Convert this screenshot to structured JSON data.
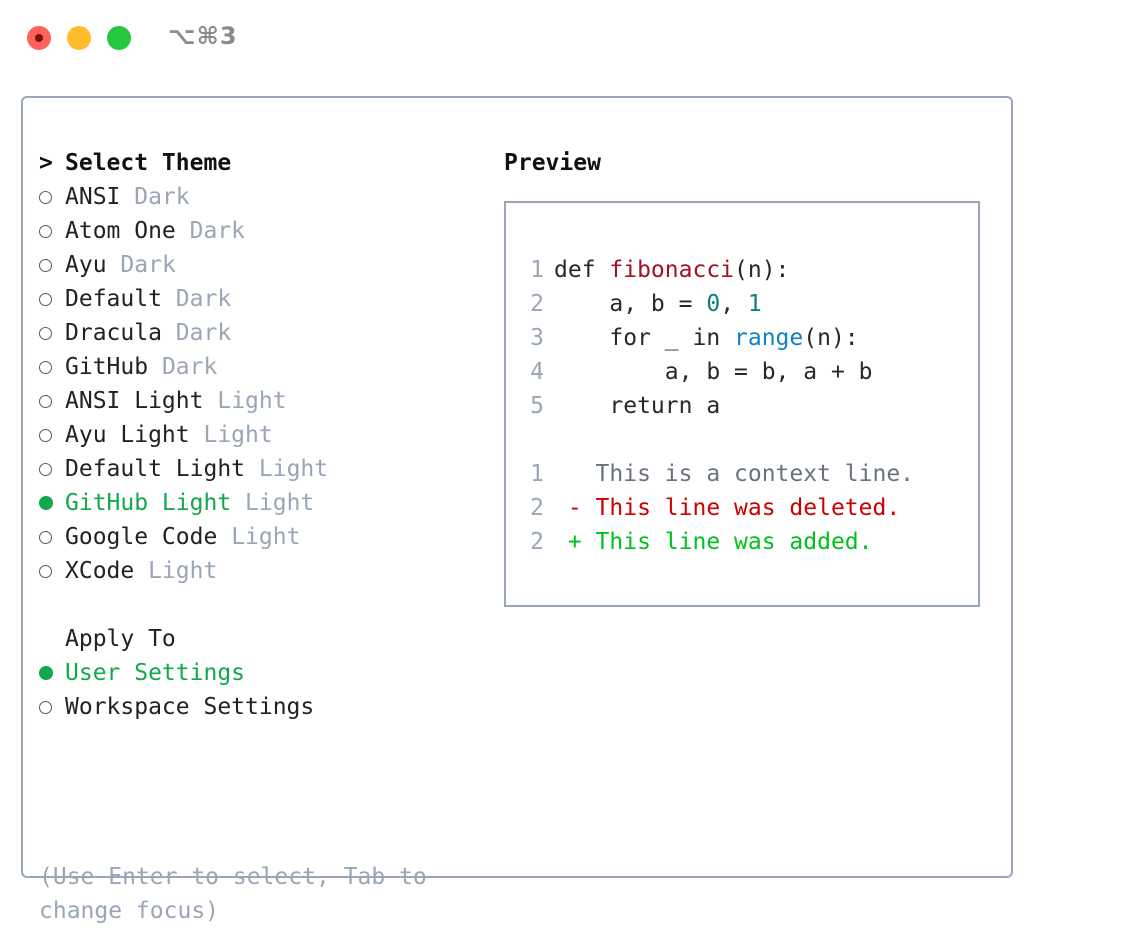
{
  "window": {
    "shortcut_label": "⌥⌘3",
    "traffic_lights": [
      "close",
      "minimize",
      "maximize"
    ]
  },
  "theme_list": {
    "header": {
      "caret": ">",
      "title": "Select Theme"
    },
    "items": [
      {
        "name": "ANSI",
        "tag": "Dark",
        "selected": false,
        "marker": "○"
      },
      {
        "name": "Atom One",
        "tag": "Dark",
        "selected": false,
        "marker": "○"
      },
      {
        "name": "Ayu",
        "tag": "Dark",
        "selected": false,
        "marker": "○"
      },
      {
        "name": "Default",
        "tag": "Dark",
        "selected": false,
        "marker": "○"
      },
      {
        "name": "Dracula",
        "tag": "Dark",
        "selected": false,
        "marker": "○"
      },
      {
        "name": "GitHub",
        "tag": "Dark",
        "selected": false,
        "marker": "○"
      },
      {
        "name": "ANSI Light",
        "tag": "Light",
        "selected": false,
        "marker": "○"
      },
      {
        "name": "Ayu Light",
        "tag": "Light",
        "selected": false,
        "marker": "○"
      },
      {
        "name": "Default Light",
        "tag": "Light",
        "selected": false,
        "marker": "○"
      },
      {
        "name": "GitHub Light",
        "tag": "Light",
        "selected": true,
        "marker": "●"
      },
      {
        "name": "Google Code",
        "tag": "Light",
        "selected": false,
        "marker": "○"
      },
      {
        "name": "XCode",
        "tag": "Light",
        "selected": false,
        "marker": "○"
      }
    ]
  },
  "apply_to": {
    "header": "Apply To",
    "options": [
      {
        "name": "User Settings",
        "selected": true,
        "marker": "●"
      },
      {
        "name": "Workspace Settings",
        "selected": false,
        "marker": "○"
      }
    ]
  },
  "hint": "(Use Enter to select, Tab to change focus)",
  "preview": {
    "title": "Preview",
    "code_lines": [
      {
        "no": "1",
        "tokens": [
          {
            "t": "def ",
            "c": "plain"
          },
          {
            "t": "fibonacci",
            "c": "func"
          },
          {
            "t": "(n):",
            "c": "plain"
          }
        ]
      },
      {
        "no": "2",
        "tokens": [
          {
            "t": "    a, b = ",
            "c": "plain"
          },
          {
            "t": "0",
            "c": "num"
          },
          {
            "t": ", ",
            "c": "plain"
          },
          {
            "t": "1",
            "c": "num"
          }
        ]
      },
      {
        "no": "3",
        "tokens": [
          {
            "t": "    for _ in ",
            "c": "plain"
          },
          {
            "t": "range",
            "c": "call"
          },
          {
            "t": "(n):",
            "c": "plain"
          }
        ]
      },
      {
        "no": "4",
        "tokens": [
          {
            "t": "        a, b = b, a + b",
            "c": "plain"
          }
        ]
      },
      {
        "no": "5",
        "tokens": [
          {
            "t": "    return a",
            "c": "plain"
          }
        ]
      }
    ],
    "diff_lines": [
      {
        "no": "1",
        "tokens": [
          {
            "t": "   This is a context line.",
            "c": "ctx"
          }
        ]
      },
      {
        "no": "2",
        "tokens": [
          {
            "t": " - This line was deleted.",
            "c": "del"
          }
        ]
      },
      {
        "no": "2",
        "tokens": [
          {
            "t": " + This line was added.",
            "c": "add"
          }
        ]
      }
    ]
  },
  "colors": {
    "selection_green": "#12a84c",
    "muted_blue_grey": "#9aa6b6",
    "panel_border": "#9aa6b6",
    "diff_added": "#00c11e",
    "diff_deleted": "#cc0000",
    "syntax_function": "#a0112a",
    "syntax_number": "#0b7f80",
    "syntax_call": "#1282c5",
    "traffic_close": "#ff6259",
    "traffic_min": "#ffbd2e",
    "traffic_max": "#25c640"
  }
}
